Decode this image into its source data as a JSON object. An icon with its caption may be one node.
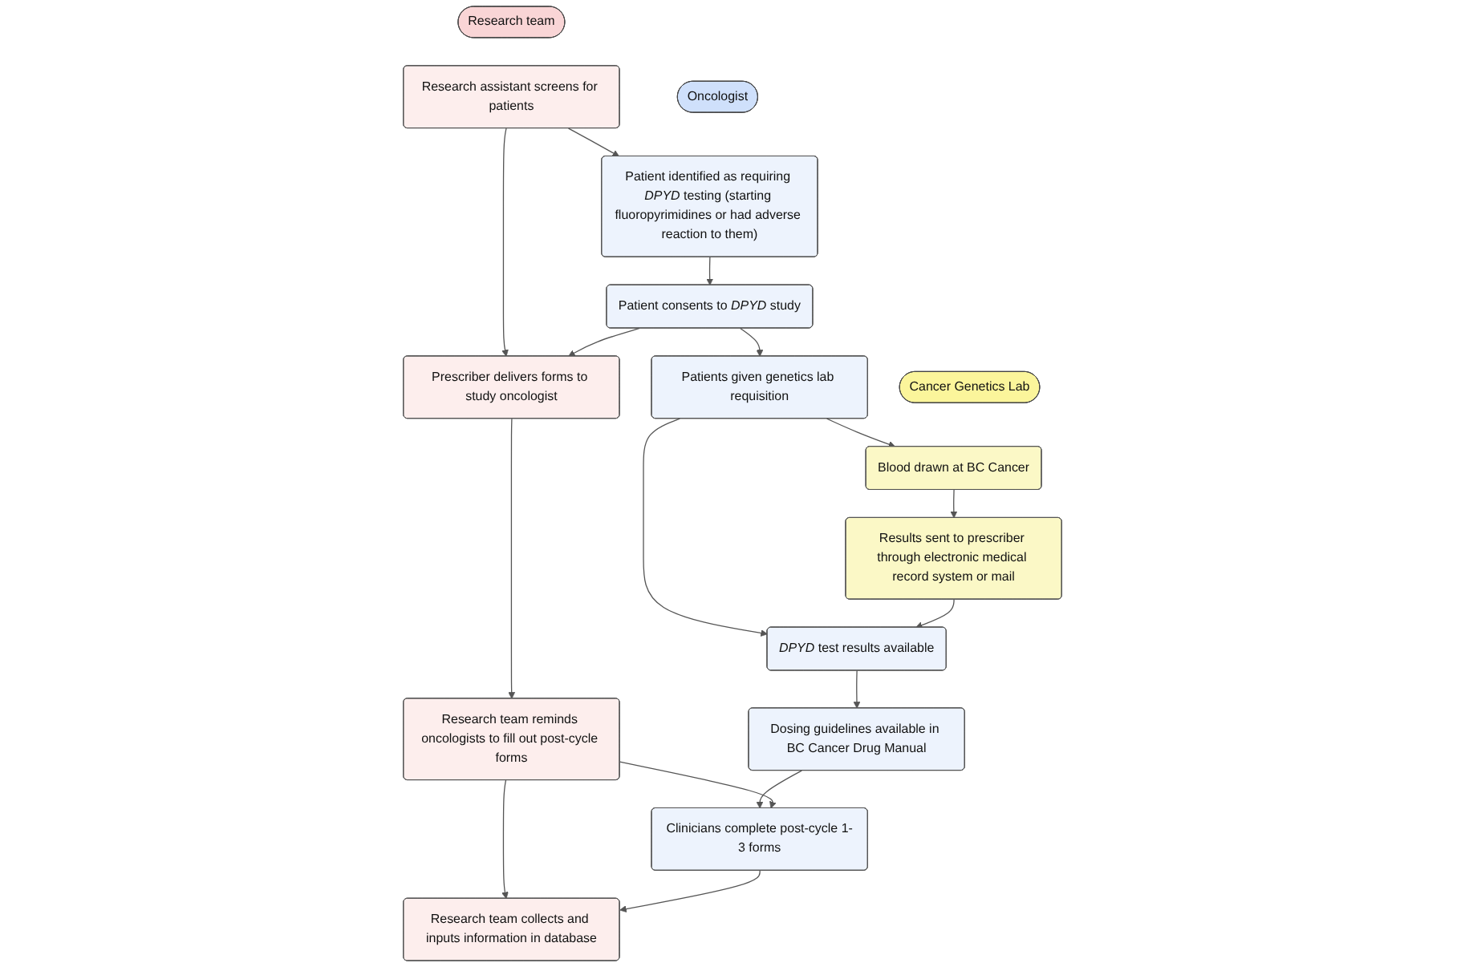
{
  "diagram": {
    "nodes": [
      {
        "text": [
          "Research team"
        ]
      },
      {
        "text": [
          "Oncologist"
        ]
      },
      {
        "text": [
          "Cancer Genetics Lab"
        ]
      },
      {
        "text": [
          "Research assistant screens for patients"
        ]
      },
      {
        "text": [
          "Patient identified as requiring *DPYD* testing (starting fluoropyrimidines or had adverse reaction to them)"
        ]
      },
      {
        "text": [
          "Prescriber delivers forms to study oncologist"
        ]
      },
      {
        "text": [
          "Patient consents to *DPYD* study"
        ]
      },
      {
        "text": [
          "Patients given genetics lab requisition"
        ]
      },
      {
        "text": [
          "Blood drawn at BC Cancer"
        ]
      },
      {
        "text": [
          "*DPYD* test results available"
        ]
      },
      {
        "text": [
          "Results sent to prescriber through electronic medical record system or mail"
        ]
      },
      {
        "text": [
          "Research team reminds oncologists to fill out post-cycle forms"
        ]
      },
      {
        "text": [
          "Dosing guidelines available in BC Cancer Drug Manual"
        ]
      },
      {
        "text": [
          "Research team collects and inputs information in database"
        ]
      },
      {
        "text": [
          "Clinicians complete post-cycle 1-3 forms"
        ]
      }
    ],
    "edges": [
      {
        "from": 3,
        "to": 4,
        "arrow": "to"
      },
      {
        "from": 3,
        "to": 5,
        "arrow": "to"
      },
      {
        "from": 4,
        "to": 6,
        "arrow": "to"
      },
      {
        "from": 6,
        "to": 5,
        "arrow": "to"
      },
      {
        "from": 5,
        "to": 11,
        "arrow": "to"
      },
      {
        "from": 6,
        "to": 7,
        "arrow": "to"
      },
      {
        "from": 7,
        "to": 8,
        "arrow": "to"
      },
      {
        "from": 7,
        "to": 9,
        "arrow": "to"
      },
      {
        "from": 8,
        "to": 10,
        "arrow": "to"
      },
      {
        "from": 10,
        "to": 9,
        "arrow": "to"
      },
      {
        "from": 9,
        "to": 12,
        "arrow": "to"
      },
      {
        "from": 12,
        "to": 14,
        "arrow": "to"
      },
      {
        "from": 11,
        "to": 13,
        "arrow": "to"
      },
      {
        "from": 11,
        "to": 14,
        "arrow": "to"
      },
      {
        "from": 14,
        "to": 13,
        "arrow": "to"
      }
    ]
  }
}
